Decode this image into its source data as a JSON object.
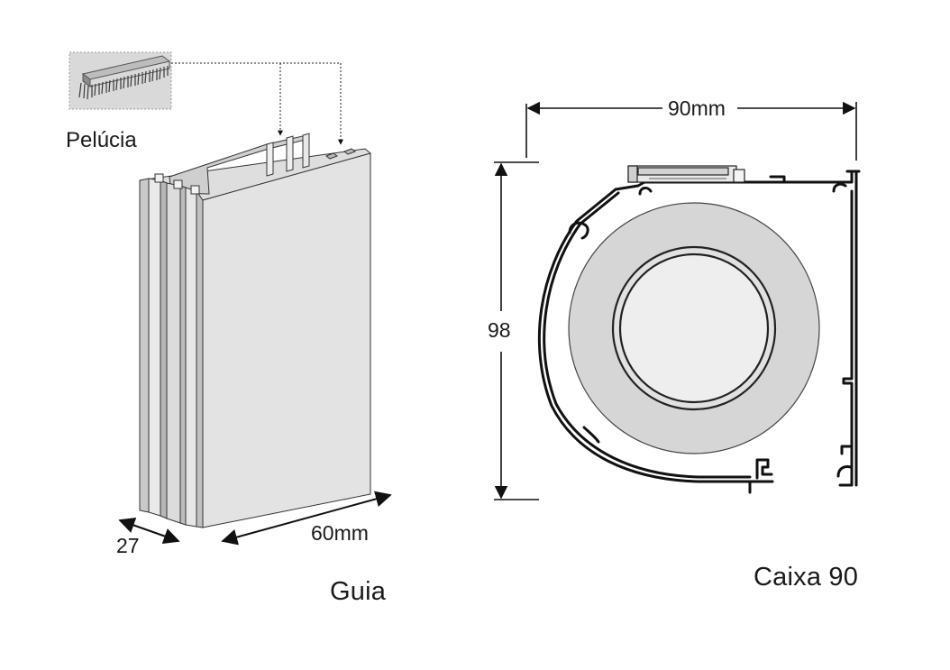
{
  "left_figure": {
    "brush_label": "Pelúcia",
    "caption": "Guia",
    "depth_dim": "27",
    "width_dim": "60mm"
  },
  "right_figure": {
    "caption": "Caixa 90",
    "width_dim": "90mm",
    "height_dim": "98"
  },
  "colors": {
    "line": "#111111",
    "metal_light": "#e6e6e6",
    "metal_mid": "#cfcfcf",
    "metal_dark": "#a9a9a9",
    "roll_fill": "#d4d4d4",
    "brush_bg": "#d9d9d9"
  }
}
